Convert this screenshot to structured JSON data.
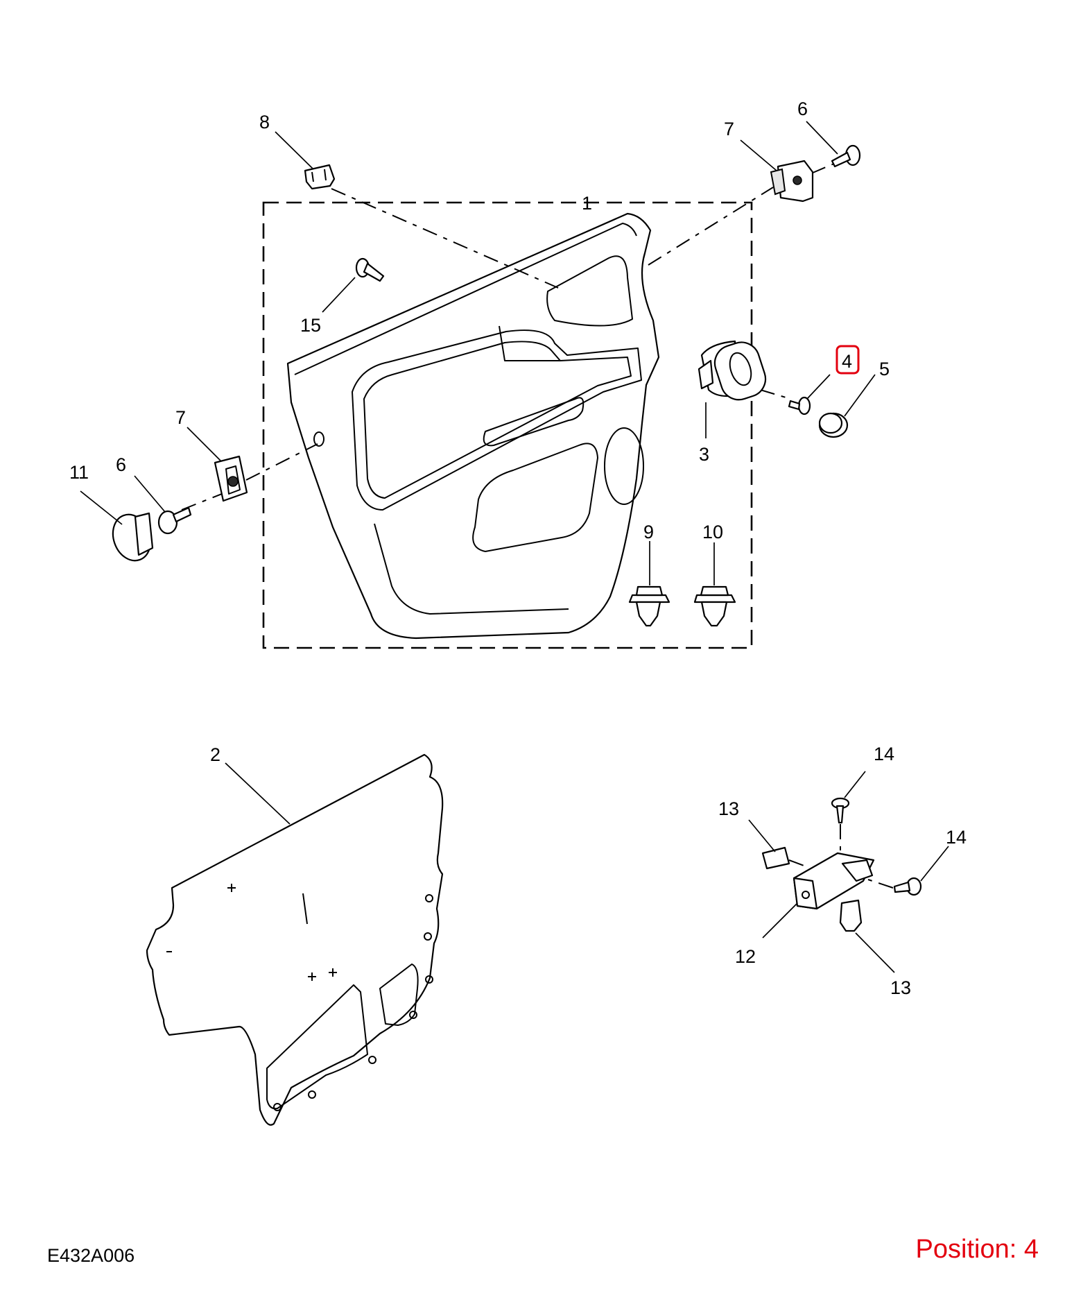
{
  "diagram": {
    "callouts": {
      "c1": "1",
      "c2": "2",
      "c3": "3",
      "c4": "4",
      "c5": "5",
      "c6a": "6",
      "c6b": "6",
      "c7a": "7",
      "c7b": "7",
      "c8": "8",
      "c9": "9",
      "c10": "10",
      "c11": "11",
      "c12": "12",
      "c13a": "13",
      "c13b": "13",
      "c14a": "14",
      "c14b": "14",
      "c15": "15"
    },
    "highlight_color": "#e3000f"
  },
  "footer": {
    "code": "E432A006",
    "position_label": "Position: 4"
  }
}
